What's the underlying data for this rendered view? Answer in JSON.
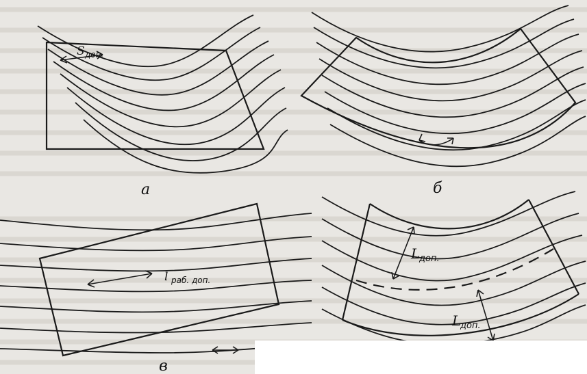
{
  "figure": {
    "panels": [
      {
        "id": "a",
        "caption": "а",
        "dimension_label": "S",
        "dimension_sub": "доп."
      },
      {
        "id": "b",
        "caption": "б"
      },
      {
        "id": "v",
        "caption": "в",
        "dimension_label": "l",
        "dimension_sub": "раб. доп."
      },
      {
        "id": "g",
        "dimension_label": "L",
        "dimension_sub": "доп.",
        "dimension_label_2": "L",
        "dimension_sub_2": "доп."
      }
    ]
  },
  "colors": {
    "ink": "#1a1a1a",
    "paper": "#e9e7e3",
    "blank": "#ffffff"
  }
}
